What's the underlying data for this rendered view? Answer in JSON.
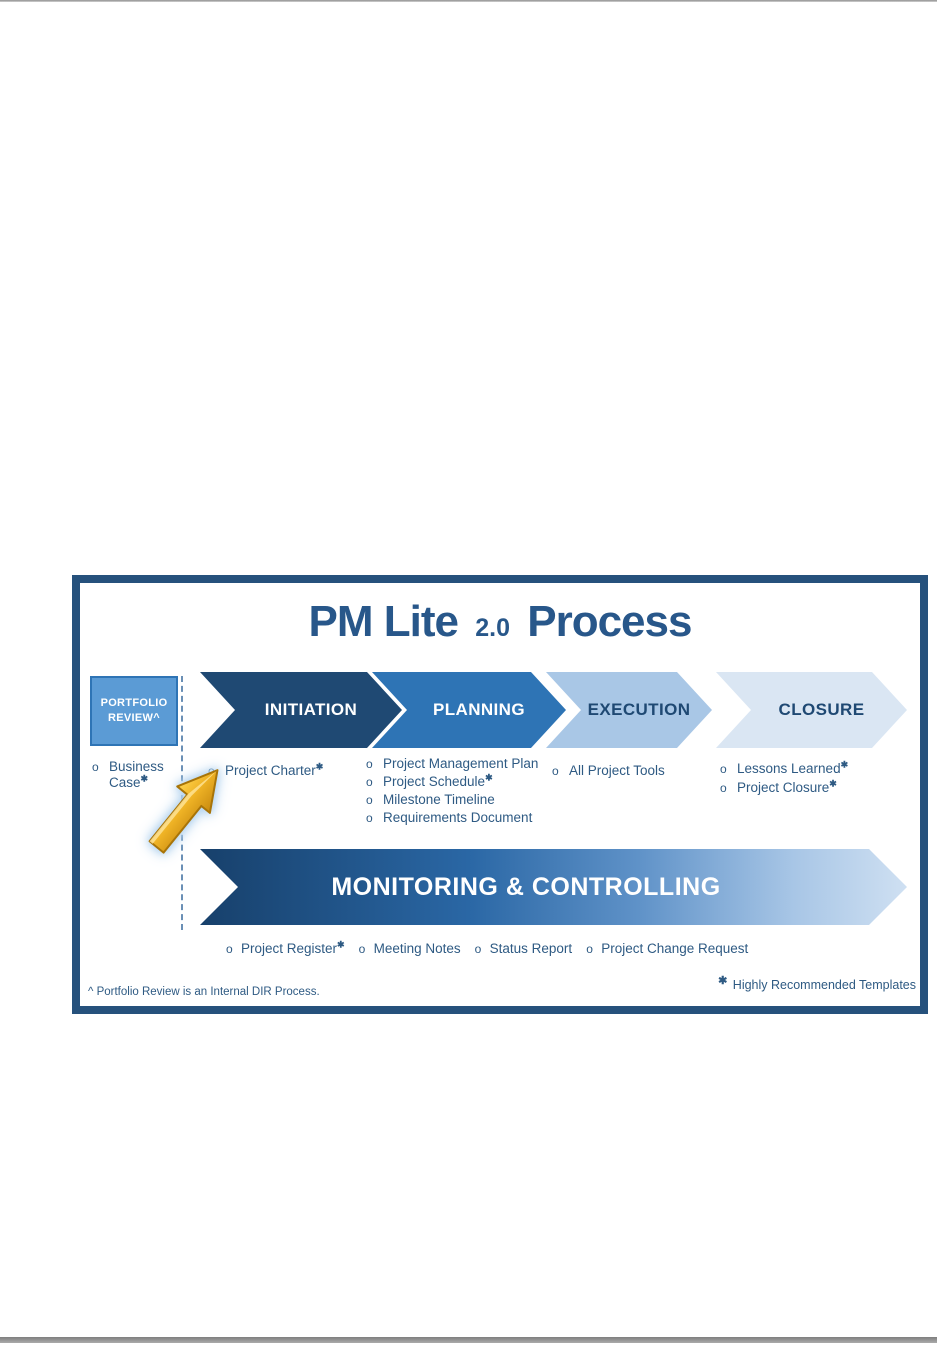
{
  "figure": {
    "title": {
      "prefix": "PM Lite",
      "version": "2.0",
      "suffix": "Process"
    },
    "bullet_char": "o",
    "star_char": "✱",
    "phases": [
      {
        "key": "portfolio-review",
        "label": "PORTFOLIO REVIEW^",
        "items": [
          {
            "text": "Business Case",
            "starred": true
          }
        ]
      },
      {
        "key": "initiation",
        "label": "INITIATION",
        "items": [
          {
            "text": "Project Charter",
            "starred": true
          }
        ]
      },
      {
        "key": "planning",
        "label": "PLANNING",
        "items": [
          {
            "text": "Project Management Plan",
            "starred": false
          },
          {
            "text": "Project Schedule",
            "starred": true
          },
          {
            "text": "Milestone Timeline",
            "starred": false
          },
          {
            "text": "Requirements Document",
            "starred": false
          }
        ]
      },
      {
        "key": "execution",
        "label": "EXECUTION",
        "items": [
          {
            "text": "All Project Tools",
            "starred": false
          }
        ]
      },
      {
        "key": "closure",
        "label": "CLOSURE",
        "items": [
          {
            "text": "Lessons Learned",
            "starred": true
          },
          {
            "text": "Project Closure",
            "starred": true
          }
        ]
      }
    ],
    "monitoring": {
      "label": "MONITORING & CONTROLLING",
      "items": [
        {
          "text": "Project Register",
          "starred": true
        },
        {
          "text": "Meeting Notes",
          "starred": false
        },
        {
          "text": "Status Report",
          "starred": false
        },
        {
          "text": "Project Change Request",
          "starred": false
        }
      ]
    },
    "footnotes": {
      "left": "^ Portfolio Review is an Internal DIR Process.",
      "right_star": "✱",
      "right": "Highly Recommended Templates"
    },
    "colors": {
      "box_border": "#26517c",
      "title_blue": "#28578a",
      "text_blue": "#2e5a83",
      "dark_navy": "#1f4973",
      "medium_blue": "#2e74b5",
      "light_blue": "#a9c7e6",
      "pale_blue": "#dae6f3",
      "portfolio_fill": "#5b9bd5",
      "portfolio_border": "#2e74b5",
      "bar_grad_start": "#17406b",
      "bar_grad_mid": "#2a67a5",
      "bar_grad_end": "#cfe0f2",
      "arrow_gold_light": "#ffd34d",
      "arrow_gold_dark": "#c88a10",
      "arrow_outline": "#a87408",
      "arrow_glow": "#b5d4ef"
    }
  }
}
